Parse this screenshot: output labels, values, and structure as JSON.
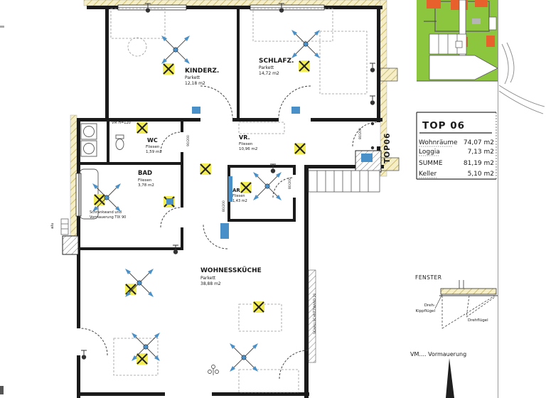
{
  "plan": {
    "rooms": [
      {
        "name": "KINDERZ.",
        "floor": "Parkett",
        "area": "12,18 m2"
      },
      {
        "name": "SCHLAFZ.",
        "floor": "Parkett",
        "area": "14,72 m2"
      },
      {
        "name": "WC",
        "floor": "Fliesen",
        "area": "1,59 m2"
      },
      {
        "name": "VR.",
        "floor": "Fliesen",
        "area": "10,96 m2"
      },
      {
        "name": "BAD",
        "floor": "Fliesen",
        "area": "3,78 m2"
      },
      {
        "name": "AR",
        "floor": "Fliesen",
        "area": "1,43 m2"
      },
      {
        "name": "WOHNESSKÜCHE",
        "floor": "Parkett",
        "area": "38,88 m2"
      }
    ],
    "entrance_label": "TOP06",
    "wall_note": "SCHALLSCHUTZWAND 20",
    "wc_note": "VM H=120",
    "bad_note_1": "Schrankwand und",
    "bad_note_2": "Vormauerung TIX 90",
    "left_note": "alu",
    "dims": [
      "90/200",
      "80/200",
      "80/200",
      "80/200"
    ]
  },
  "info_panel": {
    "title": "TOP 06",
    "rows": [
      {
        "label": "Wohnräume",
        "value": "74,07 m2"
      },
      {
        "label": "Loggia",
        "value": "7,13 m2"
      },
      {
        "label": "SUMME",
        "value": "81,19 m2"
      },
      {
        "label": "Keller",
        "value": "5,10 m2"
      }
    ]
  },
  "legend": {
    "fenster_title": "FENSTER",
    "dreh_label_1": "Dreh-",
    "dreh_label_2": "Kippflügel",
    "drehfluegel_label": "Drehflügel",
    "vm_note": "VM.... Vormauerung"
  },
  "icons": {
    "ceiling_lamp": "yellow-x-lamp",
    "lamp_outlet": "cross-arrows-outlet",
    "socket": "wall-socket",
    "door_swing": "dashed-arc"
  },
  "colors": {
    "site_green": "#8cc63f",
    "building_orange": "#e8612c",
    "insulation": "#f6eec6",
    "insulation_line": "#cdbd72",
    "symbol_yellow": "#f4ee55",
    "symbol_blue": "#4a90c8",
    "wall": "#1a1a1a"
  }
}
